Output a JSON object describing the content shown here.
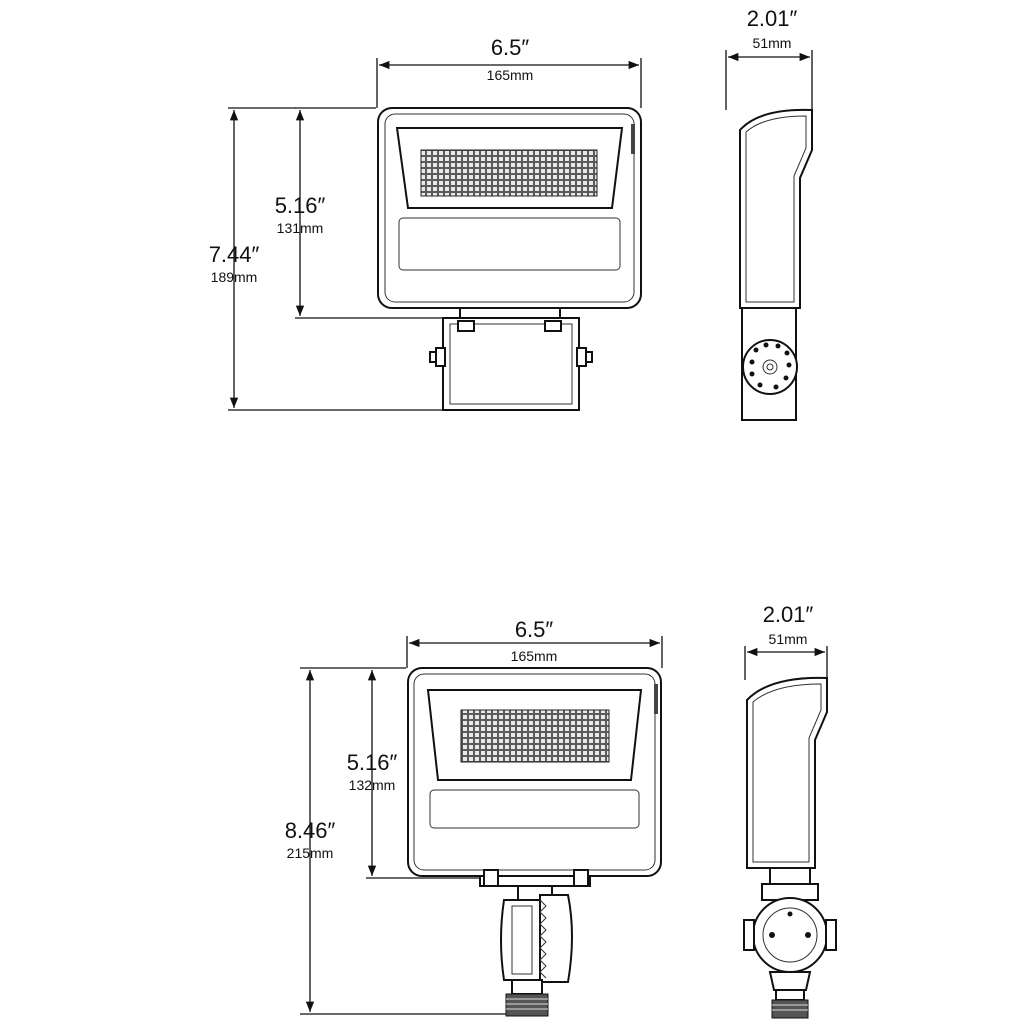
{
  "diagram": {
    "top": {
      "width_in": "6.5″",
      "width_mm": "165mm",
      "depth_in": "2.01″",
      "depth_mm": "51mm",
      "housing_in": "5.16″",
      "housing_mm": "131mm",
      "overall_in": "7.44″",
      "overall_mm": "189mm"
    },
    "bottom": {
      "width_in": "6.5″",
      "width_mm": "165mm",
      "depth_in": "2.01″",
      "depth_mm": "51mm",
      "housing_in": "5.16″",
      "housing_mm": "132mm",
      "overall_in": "8.46″",
      "overall_mm": "215mm"
    }
  }
}
